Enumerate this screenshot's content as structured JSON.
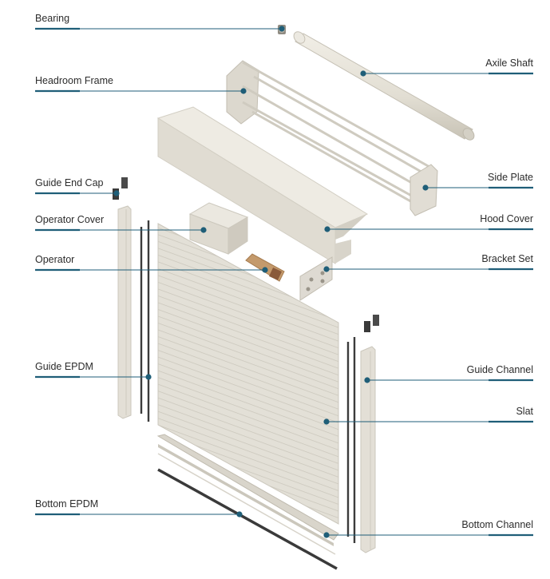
{
  "labels": {
    "bearing": "Bearing",
    "headroom_frame": "Headroom Frame",
    "guide_end_cap": "Guide End Cap",
    "operator_cover": "Operator Cover",
    "operator": "Operator",
    "guide_epdm": "Guide EPDM",
    "bottom_epdm": "Bottom EPDM",
    "axile_shaft": "Axile Shaft",
    "side_plate": "Side Plate",
    "hood_cover": "Hood Cover",
    "bracket_set": "Bracket Set",
    "guide_channel": "Guide Channel",
    "slat": "Slat",
    "bottom_channel": "Bottom Channel"
  },
  "colors": {
    "leader": "#1f5e78",
    "underline": "#1f5e78",
    "dot": "#1f5e78",
    "part_light": "#e6e3da",
    "part_mid": "#d2cec3",
    "part_dark": "#b9b4a8",
    "rubber": "#3a3a3a",
    "operator_tube": "#c49a6c"
  }
}
